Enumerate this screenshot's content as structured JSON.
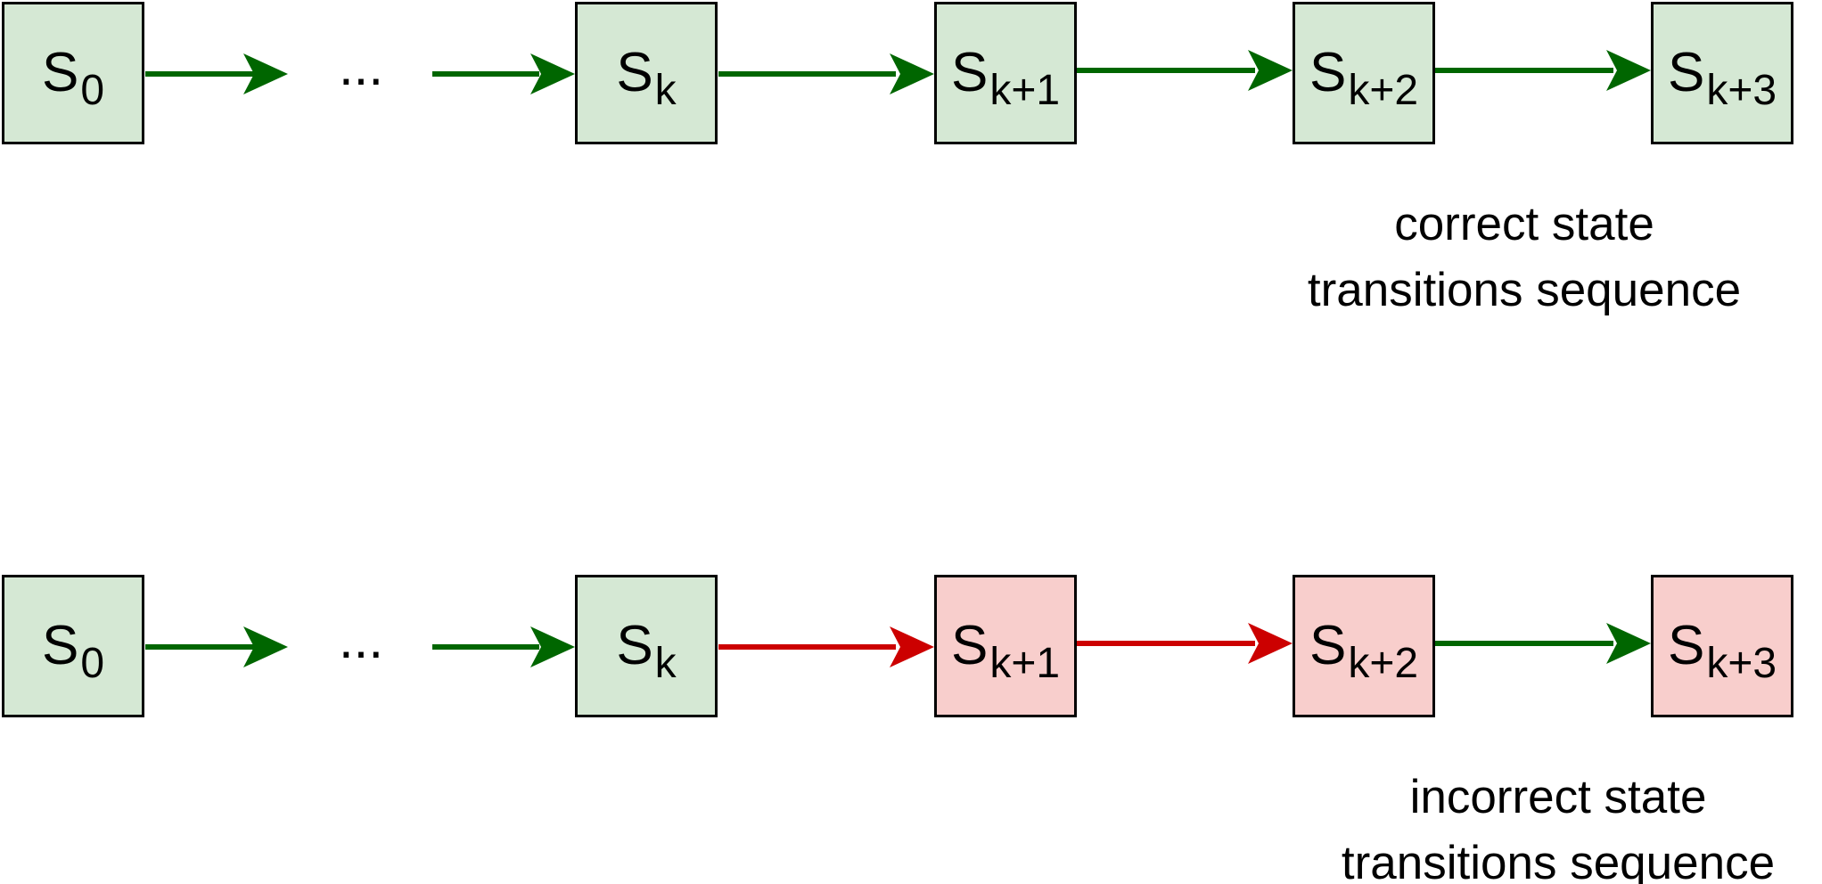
{
  "colors": {
    "ok_fill": "#d5e8d4",
    "bad_fill": "#f8cecc",
    "ok_arrow": "#006600",
    "bad_arrow": "#cc0000"
  },
  "correct_row": {
    "states": [
      {
        "base": "S",
        "sub": "0",
        "status": "ok"
      },
      {
        "base": "S",
        "sub": "k",
        "status": "ok"
      },
      {
        "base": "S",
        "sub": "k+1",
        "status": "ok"
      },
      {
        "base": "S",
        "sub": "k+2",
        "status": "ok"
      },
      {
        "base": "S",
        "sub": "k+3",
        "status": "ok"
      }
    ],
    "ellipsis": "...",
    "caption": {
      "line1": "correct state",
      "line2": "transitions sequence"
    }
  },
  "incorrect_row": {
    "states": [
      {
        "base": "S",
        "sub": "0",
        "status": "ok"
      },
      {
        "base": "S",
        "sub": "k",
        "status": "ok"
      },
      {
        "base": "S",
        "sub": "k+1",
        "status": "bad"
      },
      {
        "base": "S",
        "sub": "k+2",
        "status": "bad"
      },
      {
        "base": "S",
        "sub": "k+3",
        "status": "bad"
      }
    ],
    "ellipsis": "...",
    "caption": {
      "line1": "incorrect state",
      "line2": "transitions sequence"
    }
  }
}
